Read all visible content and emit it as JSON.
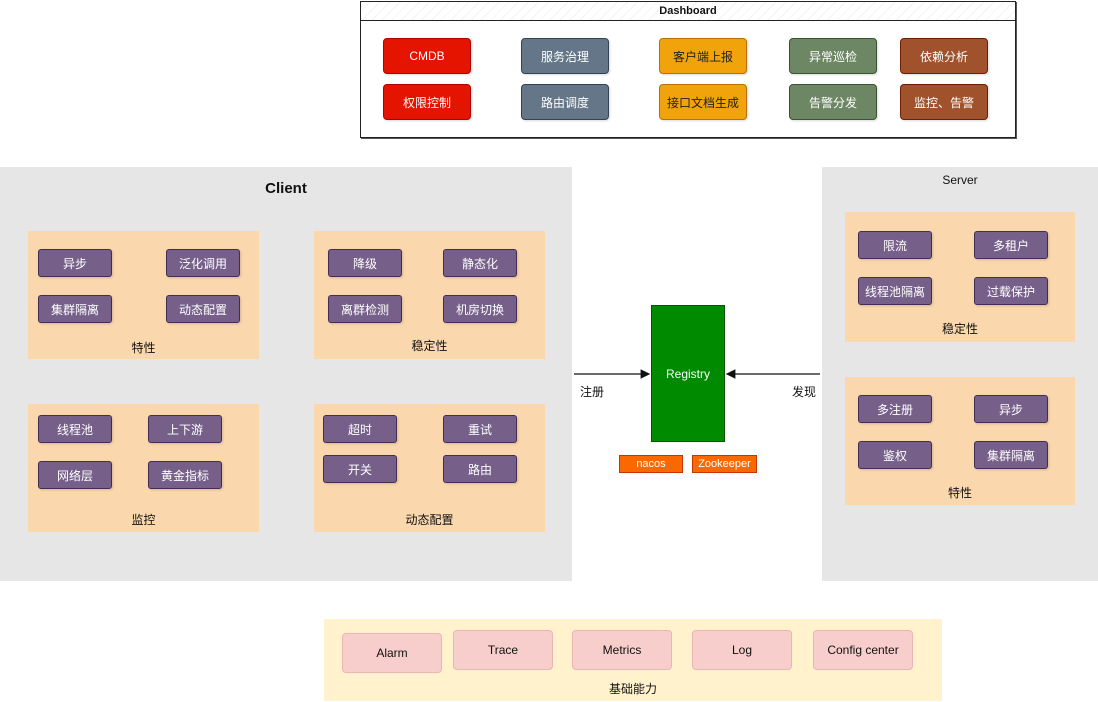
{
  "dashboard": {
    "title": "Dashboard",
    "items": [
      {
        "label": "CMDB",
        "color": "#e51400"
      },
      {
        "label": "服务治理",
        "color": "#647687"
      },
      {
        "label": "客户端上报",
        "color": "#f0a30a"
      },
      {
        "label": "异常巡检",
        "color": "#6d8764"
      },
      {
        "label": "依赖分析",
        "color": "#a0522d"
      },
      {
        "label": "权限控制",
        "color": "#e51400"
      },
      {
        "label": "路由调度",
        "color": "#647687"
      },
      {
        "label": "接口文档生成",
        "color": "#f0a30a"
      },
      {
        "label": "告警分发",
        "color": "#6d8764"
      },
      {
        "label": "监控、告警",
        "color": "#a0522d"
      }
    ]
  },
  "client": {
    "title": "Client",
    "features": {
      "label": "特性",
      "items": [
        "异步",
        "泛化调用",
        "集群隔离",
        "动态配置"
      ]
    },
    "stability": {
      "label": "稳定性",
      "items": [
        "降级",
        "静态化",
        "离群检测",
        "机房切换"
      ]
    },
    "monitor": {
      "label": "监控",
      "items": [
        "线程池",
        "上下游",
        "网络层",
        "黄金指标"
      ]
    },
    "dynamic": {
      "label": "动态配置",
      "items": [
        "超时",
        "重试",
        "开关",
        "路由"
      ]
    }
  },
  "registry": {
    "label": "Registry",
    "register_label": "注册",
    "discover_label": "发现",
    "impls": [
      "nacos",
      "Zookeeper"
    ],
    "color": "#008a00"
  },
  "server": {
    "title": "Server",
    "stability": {
      "label": "稳定性",
      "items": [
        "限流",
        "多租户",
        "线程池隔离",
        "过载保护"
      ]
    },
    "features": {
      "label": "特性",
      "items": [
        "多注册",
        "异步",
        "鉴权",
        "集群隔离"
      ]
    }
  },
  "base": {
    "label": "基础能力",
    "items": [
      "Alarm",
      "Trace",
      "Metrics",
      "Log",
      "Config center"
    ]
  }
}
